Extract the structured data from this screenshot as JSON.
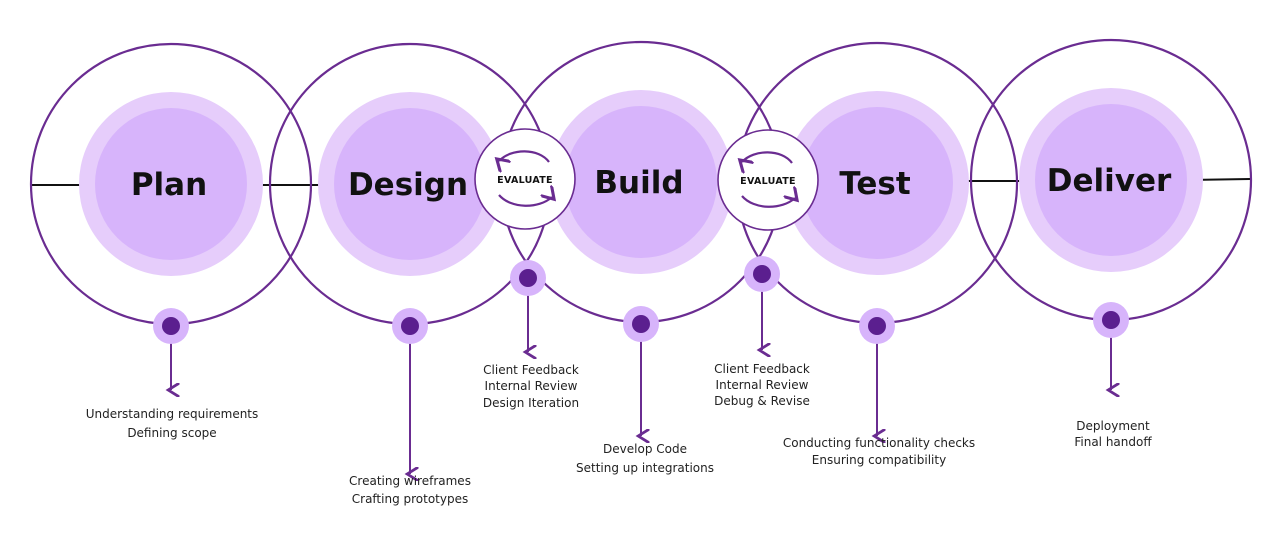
{
  "colors": {
    "ring": "#6a2c91",
    "halo": "#e6cdfb",
    "core": "#d7b4fb",
    "dot_halo": "#d7b4fb",
    "dot": "#5b1f8f",
    "arrow": "#6a2c91",
    "connector": "#111111"
  },
  "stages": [
    {
      "id": "plan",
      "title": "Plan",
      "notes": [
        "Understanding requirements",
        "Defining scope"
      ]
    },
    {
      "id": "design",
      "title": "Design",
      "notes": [
        "Creating wireframes",
        "Crafting prototypes"
      ]
    },
    {
      "id": "build",
      "title": "Build",
      "notes": [
        "Develop Code",
        "Setting up integrations"
      ]
    },
    {
      "id": "test",
      "title": "Test",
      "notes": [
        "Conducting functionality checks",
        "Ensuring compatibility"
      ]
    },
    {
      "id": "deliver",
      "title": "Deliver",
      "notes": [
        "Deployment",
        "Final handoff"
      ]
    }
  ],
  "evaluations": [
    {
      "id": "evaluate-1",
      "label": "EVALUATE",
      "notes": [
        "Client Feedback",
        "Internal Review",
        "Design Iteration"
      ]
    },
    {
      "id": "evaluate-2",
      "label": "EVALUATE",
      "notes": [
        "Client Feedback",
        "Internal Review",
        "Debug & Revise"
      ]
    }
  ],
  "icons": {
    "cycle": "circular-arrows-icon",
    "pin": "pin-dot-icon",
    "pointer": "down-arrow-icon"
  }
}
